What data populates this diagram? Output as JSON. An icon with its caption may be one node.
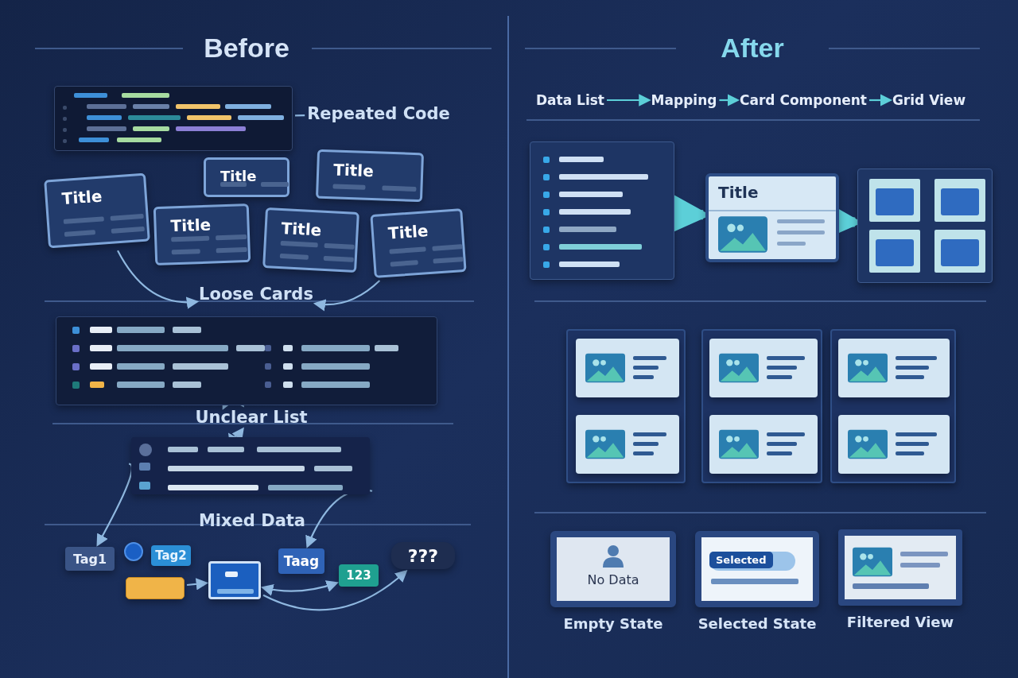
{
  "diagram": {
    "nodes": [
      {
        "text": [],
        "shape": "box"
      },
      {
        "text": [
          "Repeated Code"
        ]
      },
      {
        "text": [
          "Title"
        ]
      },
      {
        "text": [
          "Title"
        ]
      },
      {
        "text": [
          "Title"
        ]
      },
      {
        "text": [
          "Title"
        ]
      },
      {
        "text": [
          "Title"
        ]
      },
      {
        "text": [
          "Title"
        ]
      },
      {
        "text": [
          "Loose Cards"
        ]
      },
      {
        "text": [],
        "shape": "box"
      },
      {
        "text": [
          "Unclear List"
        ]
      },
      {
        "text": [],
        "shape": "box"
      },
      {
        "text": [
          "Mixed Data"
        ]
      },
      {
        "text": [
          "Tag1"
        ]
      },
      {
        "text": [],
        "shape": "circle"
      },
      {
        "text": [
          "Tag2"
        ]
      },
      {
        "text": [],
        "shape": "bar"
      },
      {
        "text": [],
        "shape": "box"
      },
      {
        "text": [
          "Taag"
        ]
      },
      {
        "text": [
          "123"
        ]
      },
      {
        "text": [
          "???"
        ]
      },
      {
        "text": [
          "Data List"
        ]
      },
      {
        "text": [
          "Mapping"
        ]
      },
      {
        "text": [
          "Card Component"
        ]
      },
      {
        "text": [
          "Grid View"
        ]
      },
      {
        "text": [],
        "shape": "box"
      },
      {
        "text": [
          "Title"
        ]
      },
      {
        "text": [],
        "shape": "box"
      },
      {
        "text": [],
        "shape": "box"
      },
      {
        "text": [],
        "shape": "box",
        "in": 28
      },
      {
        "text": [],
        "shape": "box",
        "in": 28
      },
      {
        "text": [],
        "shape": "box"
      },
      {
        "text": [],
        "shape": "box",
        "in": 31
      },
      {
        "text": [],
        "shape": "box",
        "in": 31
      },
      {
        "text": [],
        "shape": "box"
      },
      {
        "text": [],
        "shape": "box",
        "in": 34
      },
      {
        "text": [],
        "shape": "box",
        "in": 34
      },
      {
        "text": [
          "No Data"
        ],
        "beside": [
          "Empty State"
        ]
      },
      {
        "text": [
          "Selected"
        ],
        "beside": [
          "Selected State"
        ]
      },
      {
        "text": [],
        "shape": "box",
        "beside": [
          "Filtered View"
        ]
      }
    ],
    "edges": [
      {
        "from": 1,
        "to": 0,
        "arrow": "none"
      },
      {
        "from": 2,
        "to": 8,
        "arrow": "to"
      },
      {
        "from": 7,
        "to": 8,
        "arrow": "to"
      },
      {
        "from": 10,
        "to": 9,
        "arrow": "both"
      },
      {
        "from": 10,
        "to": 11,
        "arrow": "both"
      },
      {
        "from": 11,
        "to": 13,
        "arrow": "to"
      },
      {
        "from": 11,
        "to": 18,
        "arrow": "to"
      },
      {
        "from": 16,
        "to": 17,
        "arrow": "to"
      },
      {
        "from": 17,
        "to": 19,
        "arrow": "both"
      },
      {
        "from": 17,
        "to": 20,
        "arrow": "to"
      },
      {
        "from": 21,
        "to": 22,
        "arrow": "to",
        "color": "#5ccfd8"
      },
      {
        "from": 22,
        "to": 23,
        "arrow": "to",
        "color": "#5ccfd8"
      },
      {
        "from": 23,
        "to": 24,
        "arrow": "to",
        "color": "#5ccfd8"
      },
      {
        "from": 25,
        "to": 26,
        "arrow": "to",
        "style": "thick",
        "color": "#5ccfd8"
      },
      {
        "from": 26,
        "to": 27,
        "arrow": "to",
        "style": "thick",
        "color": "#5ccfd8"
      }
    ],
    "labels": [
      "Before",
      "After"
    ]
  }
}
